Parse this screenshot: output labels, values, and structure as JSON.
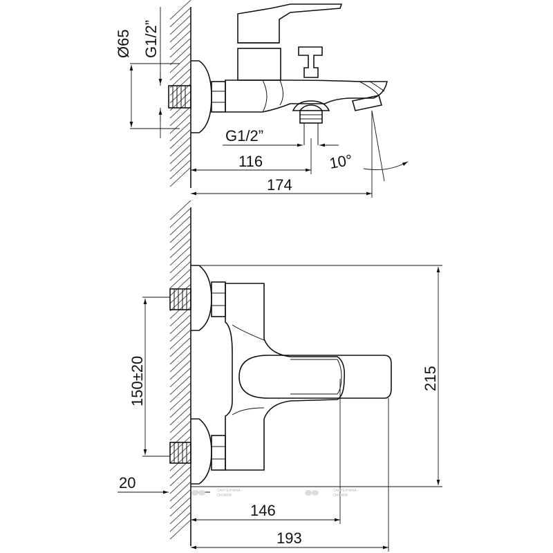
{
  "top_view": {
    "dims": {
      "d65": "Ø65",
      "g_wall": "G1/2”",
      "g_shower": "G1/2”",
      "d116": "116",
      "d174": "174",
      "angle": "10°"
    }
  },
  "front_view": {
    "dims": {
      "d150": "150±20",
      "d215": "215",
      "d20": "20",
      "d146": "146",
      "d193": "193"
    }
  },
  "watermark": {
    "line1": "САНТЕХНИКА-",
    "line2": "ОНЛАЙН"
  }
}
